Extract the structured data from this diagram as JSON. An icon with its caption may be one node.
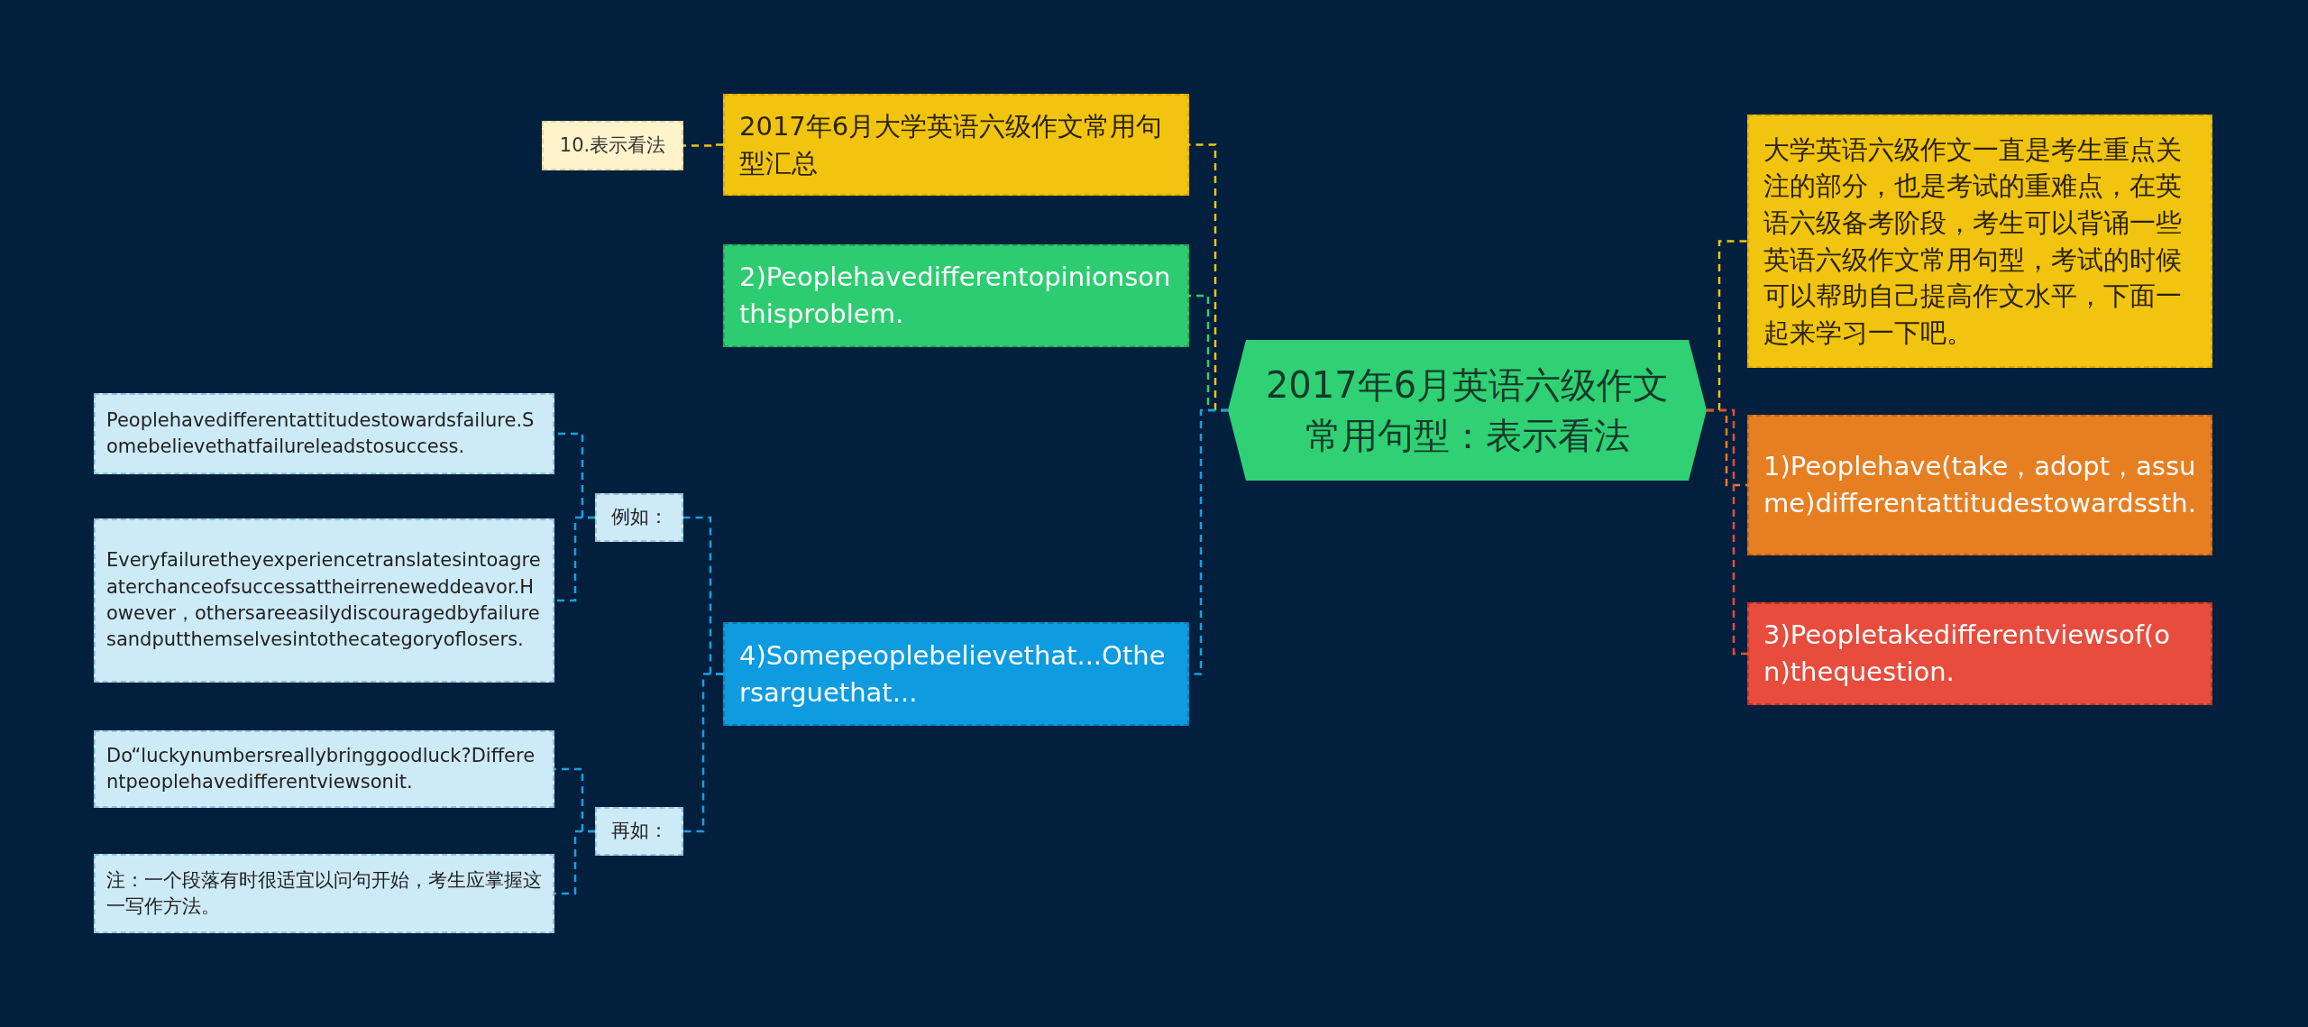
{
  "diagram": {
    "nodes": [
      {
        "text": [
          "2017年6月英语六级作文常用句型：表示看法"
        ]
      },
      {
        "text": [
          "大学英语六级作文一直是考生重点关注的部分，也是考试的重难点，在英语六级备考阶段，考生可以背诵一些英语六级作文常用句型，考试的时候可以帮助自己提高作文水平，下面一起来学习一下吧。"
        ]
      },
      {
        "text": [
          "1)Peoplehave(take，adopt，assume)differentattitudestowardssth."
        ]
      },
      {
        "text": [
          "3)Peopletakedifferentviewsof(on)thequestion."
        ]
      },
      {
        "text": [
          "2017年6月大学英语六级作文常用句型汇总"
        ]
      },
      {
        "text": [
          "10.表示看法"
        ]
      },
      {
        "text": [
          "2)Peoplehavedifferentopinionsonthisproblem."
        ]
      },
      {
        "text": [
          "4)Somepeoplebelievethat...Othersarguethat..."
        ]
      },
      {
        "text": [
          "例如："
        ]
      },
      {
        "text": [
          "Peoplehavedifferentattitudestowardsfailure.Somebelievethatfailureleadstosuccess."
        ]
      },
      {
        "text": [
          "Everyfailuretheyexperiencetranslatesintoagreaterchanceofsuccessattheirreneweddeavor.However，othersareeasilydiscouragedbyfailuresandputthemselvesintothecategoryoflosers."
        ]
      },
      {
        "text": [
          "再如："
        ]
      },
      {
        "text": [
          "Do“luckynumbersreallybringgoodluck?Differentpeoplehavedifferentviewsonit."
        ]
      },
      {
        "text": [
          "注：一个段落有时很适宜以问句开始，考生应掌握这一写作方法。"
        ]
      }
    ],
    "edges": [
      {
        "from": 0,
        "to": 1,
        "arrow": "none",
        "style": "dashed",
        "color": "#f1c40f"
      },
      {
        "from": 0,
        "to": 2,
        "arrow": "none",
        "style": "dashed",
        "color": "#e67e22"
      },
      {
        "from": 0,
        "to": 3,
        "arrow": "none",
        "style": "dashed",
        "color": "#e74c3c"
      },
      {
        "from": 0,
        "to": 4,
        "arrow": "none",
        "style": "dashed",
        "color": "#f1c40f"
      },
      {
        "from": 0,
        "to": 6,
        "arrow": "none",
        "style": "dashed",
        "color": "#2ecc71"
      },
      {
        "from": 0,
        "to": 7,
        "arrow": "none",
        "style": "dashed",
        "color": "#1b9ee0"
      },
      {
        "from": 4,
        "to": 5,
        "arrow": "none",
        "style": "dashed",
        "color": "#f1c40f"
      },
      {
        "from": 7,
        "to": 8,
        "arrow": "none",
        "style": "dashed",
        "color": "#1b9ee0"
      },
      {
        "from": 7,
        "to": 11,
        "arrow": "none",
        "style": "dashed",
        "color": "#1b9ee0"
      },
      {
        "from": 8,
        "to": 9,
        "arrow": "none",
        "style": "dashed",
        "color": "#1b9ee0"
      },
      {
        "from": 8,
        "to": 10,
        "arrow": "none",
        "style": "dashed",
        "color": "#1b9ee0"
      },
      {
        "from": 11,
        "to": 12,
        "arrow": "none",
        "style": "dashed",
        "color": "#1b9ee0"
      },
      {
        "from": 11,
        "to": 13,
        "arrow": "none",
        "style": "dashed",
        "color": "#1b9ee0"
      }
    ]
  }
}
